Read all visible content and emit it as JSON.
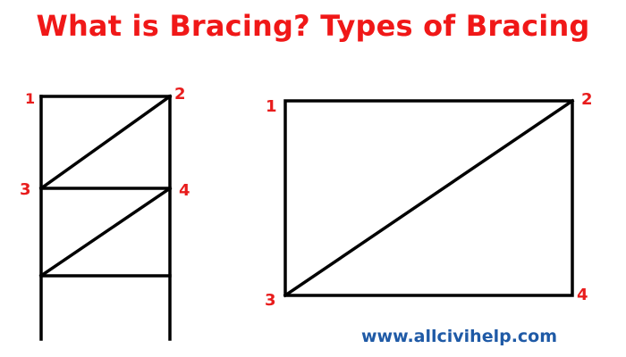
{
  "title": "What is Bracing? Types of Bracing",
  "website": "www.allcivihelp.com",
  "colors": {
    "title": "#f01818",
    "labels": "#e81c1c",
    "lines": "#000000",
    "website": "#1f5aa6"
  },
  "left_frame": {
    "labels": [
      "1",
      "2",
      "3",
      "4"
    ]
  },
  "right_frame": {
    "labels": [
      "1",
      "2",
      "3",
      "4"
    ]
  }
}
